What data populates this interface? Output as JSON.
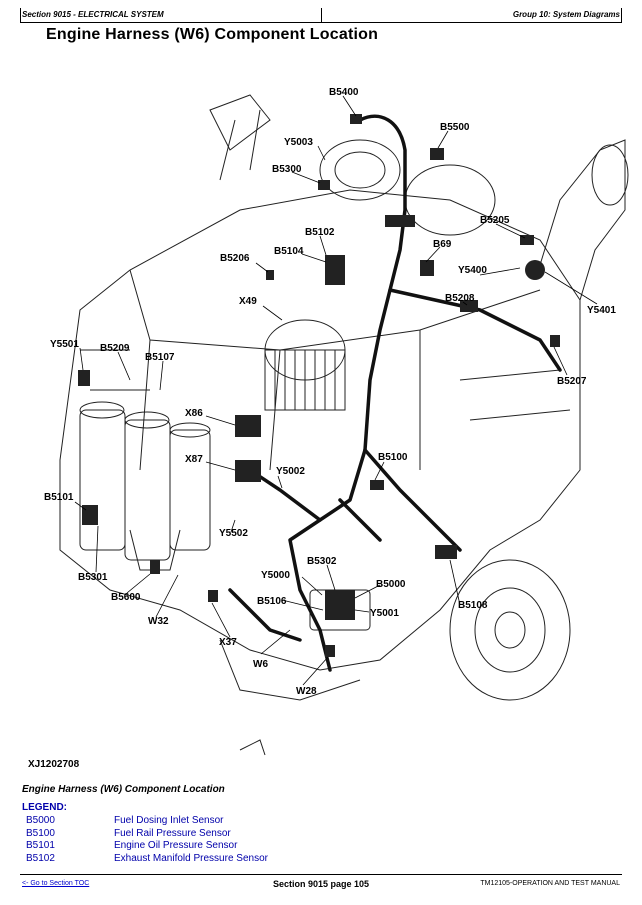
{
  "header": {
    "section": "Section 9015 - ELECTRICAL SYSTEM",
    "group": "Group 10: System Diagrams"
  },
  "title": "Engine Harness (W6) Component Location",
  "figure": {
    "id": "XJ1202708",
    "callouts": [
      "B5400",
      "Y5003",
      "B5500",
      "B5300",
      "B5102",
      "B5205",
      "B5104",
      "B69",
      "B5206",
      "Y5400",
      "Y5401",
      "B5208",
      "X49",
      "Y5501",
      "B5209",
      "B5107",
      "B5207",
      "X86",
      "B5100",
      "X87",
      "Y5002",
      "Y5502",
      "B5101",
      "B5302",
      "Y5000",
      "B5000",
      "B5106",
      "Y5001",
      "B5108",
      "B5301",
      "B5600",
      "W32",
      "X37",
      "W6",
      "W28"
    ]
  },
  "caption": "Engine Harness (W6) Component Location",
  "legend": {
    "title": "LEGEND:",
    "items": [
      {
        "code": "B5000",
        "desc": "Fuel Dosing Inlet Sensor"
      },
      {
        "code": "B5100",
        "desc": "Fuel Rail Pressure Sensor"
      },
      {
        "code": "B5101",
        "desc": "Engine Oil Pressure Sensor"
      },
      {
        "code": "B5102",
        "desc": "Exhaust Manifold Pressure Sensor"
      }
    ]
  },
  "footer": {
    "toc_link": "<- Go to Section TOC",
    "page": "Section 9015 page 105",
    "manual": "TM12105-OPERATION AND TEST MANUAL"
  }
}
